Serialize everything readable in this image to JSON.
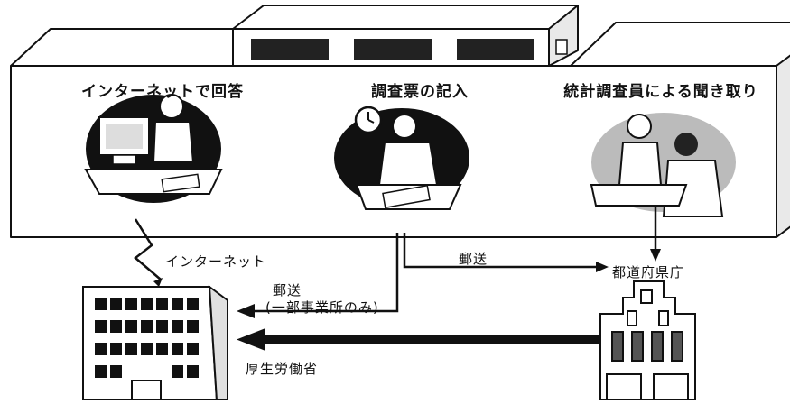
{
  "methods": {
    "internet": "インターネットで回答",
    "questionnaire": "調査票の記入",
    "interviewer": "統計調査員による聞き取り"
  },
  "flows": {
    "internet": "インターネット",
    "mail_to_pref": "郵送",
    "mail_to_ministry": "郵送",
    "mail_partial": "(一部事業所のみ)"
  },
  "destinations": {
    "prefecture": "都道府県庁",
    "ministry": "厚生労働省"
  }
}
